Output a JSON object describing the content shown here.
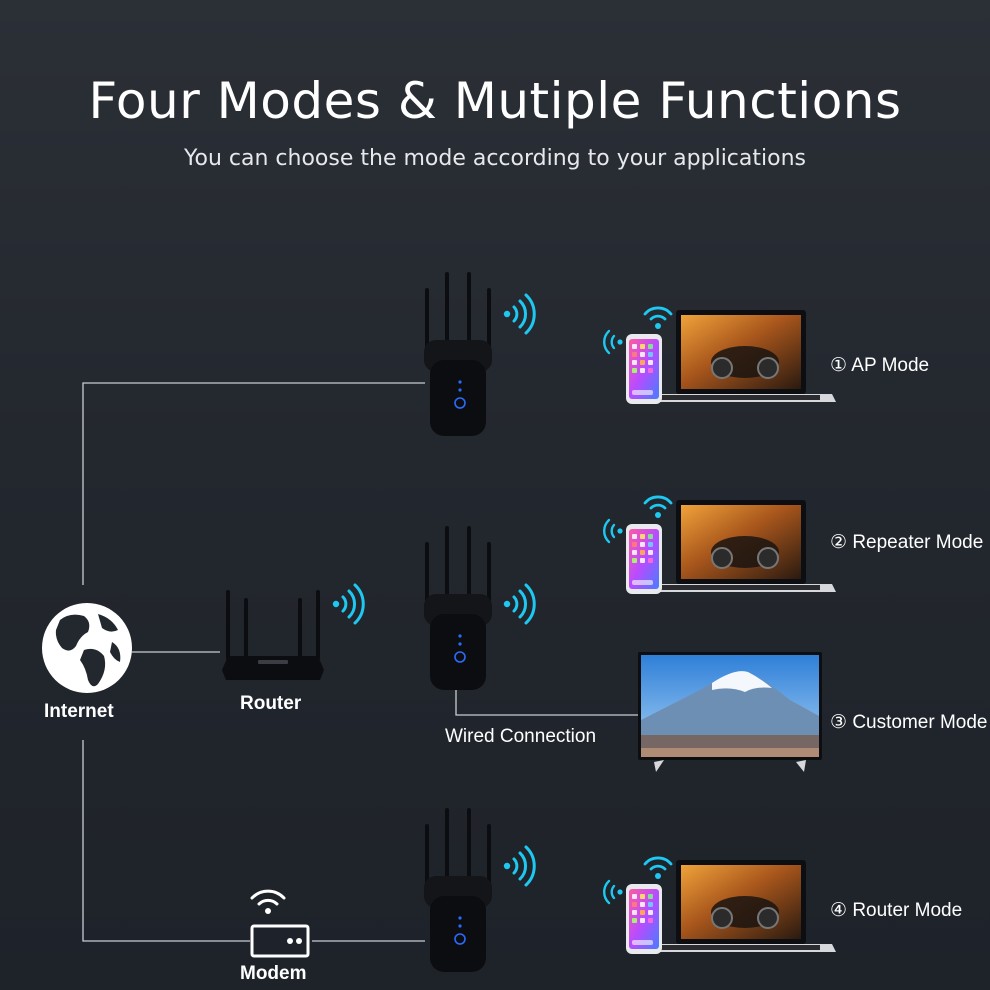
{
  "header": {
    "title": "Four Modes & Mutiple Functions",
    "subtitle": "You can choose the mode according to your applications"
  },
  "nodes": {
    "internet": "Internet",
    "router": "Router",
    "modem": "Modem",
    "wired": "Wired Connection"
  },
  "modes": [
    {
      "number": "①",
      "name": "AP Mode"
    },
    {
      "number": "②",
      "name": "Repeater Mode"
    },
    {
      "number": "③",
      "name": "Customer Mode"
    },
    {
      "number": "④",
      "name": "Router Mode"
    }
  ],
  "colors": {
    "wifi": "#1ec8f0",
    "line": "#c9ccd2",
    "device": "#0c0d10",
    "led": "#2a6bff"
  }
}
